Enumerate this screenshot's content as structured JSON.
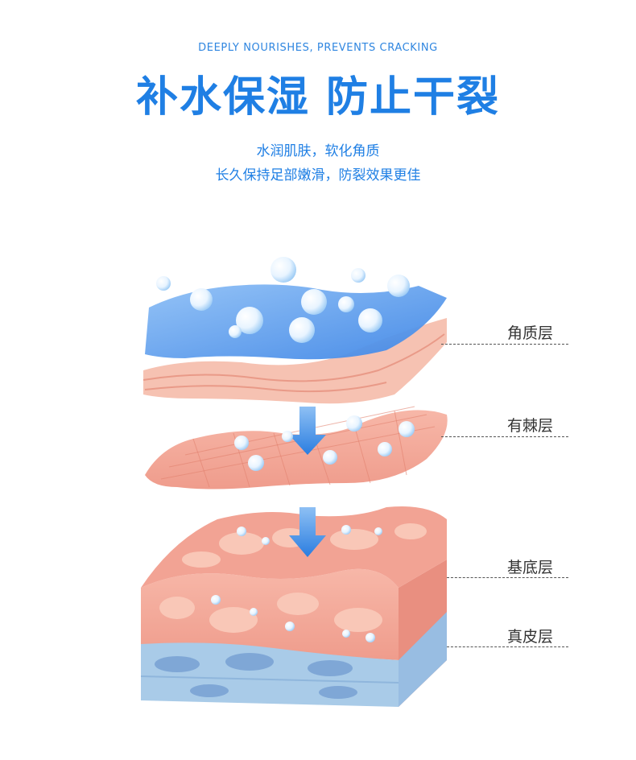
{
  "header": {
    "subtitle_en": "DEEPLY NOURISHES, PREVENTS CRACKING",
    "title_cn": "补水保湿 防止干裂",
    "description_lines": [
      "水润肌肤，软化角质",
      "长久保持足部嫩滑，防裂效果更佳"
    ]
  },
  "diagram": {
    "layers": [
      {
        "label": "角质层"
      },
      {
        "label": "有棘层"
      },
      {
        "label": "基底层"
      },
      {
        "label": "真皮层"
      }
    ]
  },
  "colors": {
    "brand_blue": "#1f7fe4",
    "water_blue": "#5a9ef0",
    "skin_pink": "#f3a89a",
    "skin_light": "#fbd3c6",
    "dermis_blue": "#a9cbe8"
  }
}
